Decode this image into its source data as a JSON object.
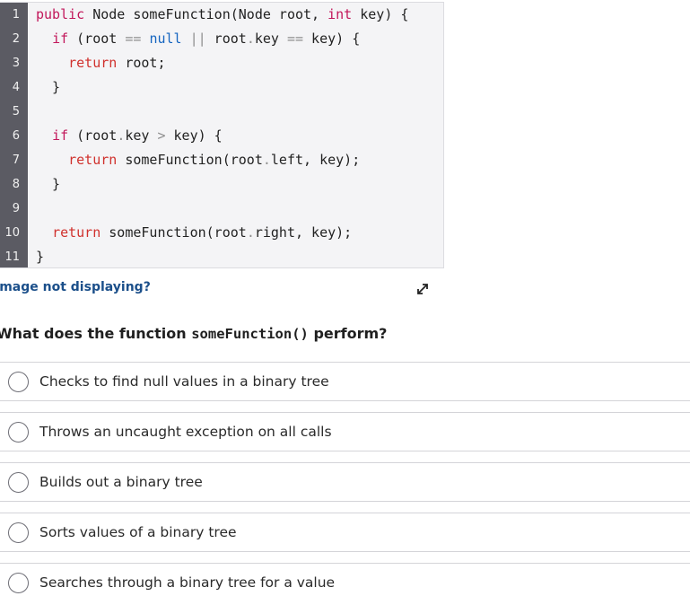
{
  "code": {
    "line_numbers": [
      "1",
      "2",
      "3",
      "4",
      "5",
      "6",
      "7",
      "8",
      "9",
      "10",
      "11"
    ],
    "lines": [
      [
        {
          "t": "public",
          "c": "kw"
        },
        {
          "t": " Node someFunction(Node root, ",
          "c": "txt"
        },
        {
          "t": "int",
          "c": "kw"
        },
        {
          "t": " key) {",
          "c": "txt"
        }
      ],
      [
        {
          "t": "  ",
          "c": "txt"
        },
        {
          "t": "if",
          "c": "kw"
        },
        {
          "t": " (root ",
          "c": "txt"
        },
        {
          "t": "==",
          "c": "op"
        },
        {
          "t": " ",
          "c": "txt"
        },
        {
          "t": "null",
          "c": "lit"
        },
        {
          "t": " ",
          "c": "txt"
        },
        {
          "t": "||",
          "c": "op"
        },
        {
          "t": " root",
          "c": "txt"
        },
        {
          "t": ".",
          "c": "op"
        },
        {
          "t": "key ",
          "c": "txt"
        },
        {
          "t": "==",
          "c": "op"
        },
        {
          "t": " key) {",
          "c": "txt"
        }
      ],
      [
        {
          "t": "    ",
          "c": "txt"
        },
        {
          "t": "return",
          "c": "kw-red"
        },
        {
          "t": " root;",
          "c": "txt"
        }
      ],
      [
        {
          "t": "  }",
          "c": "txt"
        }
      ],
      [
        {
          "t": "",
          "c": "txt"
        }
      ],
      [
        {
          "t": "  ",
          "c": "txt"
        },
        {
          "t": "if",
          "c": "kw"
        },
        {
          "t": " (root",
          "c": "txt"
        },
        {
          "t": ".",
          "c": "op"
        },
        {
          "t": "key ",
          "c": "txt"
        },
        {
          "t": ">",
          "c": "op"
        },
        {
          "t": " key) {",
          "c": "txt"
        }
      ],
      [
        {
          "t": "    ",
          "c": "txt"
        },
        {
          "t": "return",
          "c": "kw-red"
        },
        {
          "t": " someFunction(root",
          "c": "txt"
        },
        {
          "t": ".",
          "c": "op"
        },
        {
          "t": "left, key);",
          "c": "txt"
        }
      ],
      [
        {
          "t": "  }",
          "c": "txt"
        }
      ],
      [
        {
          "t": "",
          "c": "txt"
        }
      ],
      [
        {
          "t": "  ",
          "c": "txt"
        },
        {
          "t": "return",
          "c": "kw-red"
        },
        {
          "t": " someFunction(root",
          "c": "txt"
        },
        {
          "t": ".",
          "c": "op"
        },
        {
          "t": "right, key);",
          "c": "txt"
        }
      ],
      [
        {
          "t": "}",
          "c": "txt"
        }
      ]
    ]
  },
  "image_link": "Image not displaying?",
  "question": {
    "prefix": "What does the function ",
    "code": "someFunction()",
    "suffix": " perform?"
  },
  "options": [
    {
      "label": "Checks to find null values in a binary tree"
    },
    {
      "label": "Throws an uncaught exception on all calls"
    },
    {
      "label": "Builds out a binary tree"
    },
    {
      "label": "Sorts values of a binary tree"
    },
    {
      "label": "Searches through a binary tree for a value"
    }
  ],
  "icons": {
    "expand": "expand-diagonal-icon",
    "radio": "radio-unchecked-icon"
  },
  "colors": {
    "gutter": "#5b5b63",
    "link": "#1b4f8a",
    "keyword": "#c2185b",
    "literal": "#1565c0"
  }
}
